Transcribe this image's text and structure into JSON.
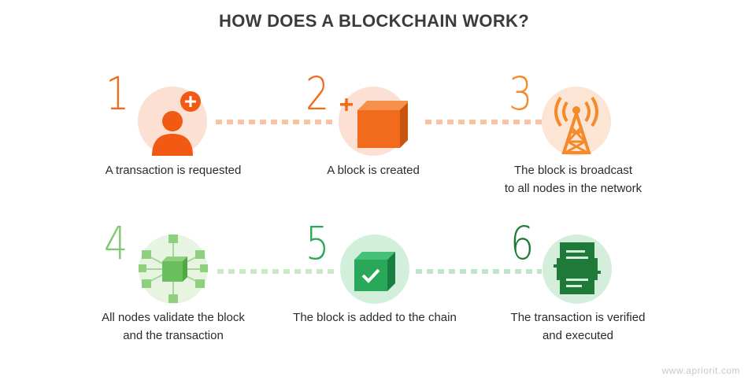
{
  "title": "HOW DOES A BLOCKCHAIN WORK?",
  "steps": [
    {
      "number": "1",
      "line1": "A transaction is requested",
      "line2": "",
      "icon": "user-add-icon",
      "color": "#f26a1b"
    },
    {
      "number": "2",
      "line1": "A block is created",
      "line2": "",
      "icon": "block-cube-icon",
      "color": "#f26a1b"
    },
    {
      "number": "3",
      "line1": "The block is broadcast",
      "line2": "to all nodes in the network",
      "icon": "broadcast-tower-icon",
      "color": "#f48a2a"
    },
    {
      "number": "4",
      "line1": "All nodes validate the block",
      "line2": "and the transaction",
      "icon": "network-nodes-icon",
      "color": "#7cc96f"
    },
    {
      "number": "5",
      "line1": "The block is added to the chain",
      "line2": "",
      "icon": "block-check-icon",
      "color": "#2aa85a"
    },
    {
      "number": "6",
      "line1": "The transaction is verified",
      "line2": "and executed",
      "icon": "document-transfer-icon",
      "color": "#1f7a3a"
    }
  ],
  "watermark": "www.apriorit.com"
}
